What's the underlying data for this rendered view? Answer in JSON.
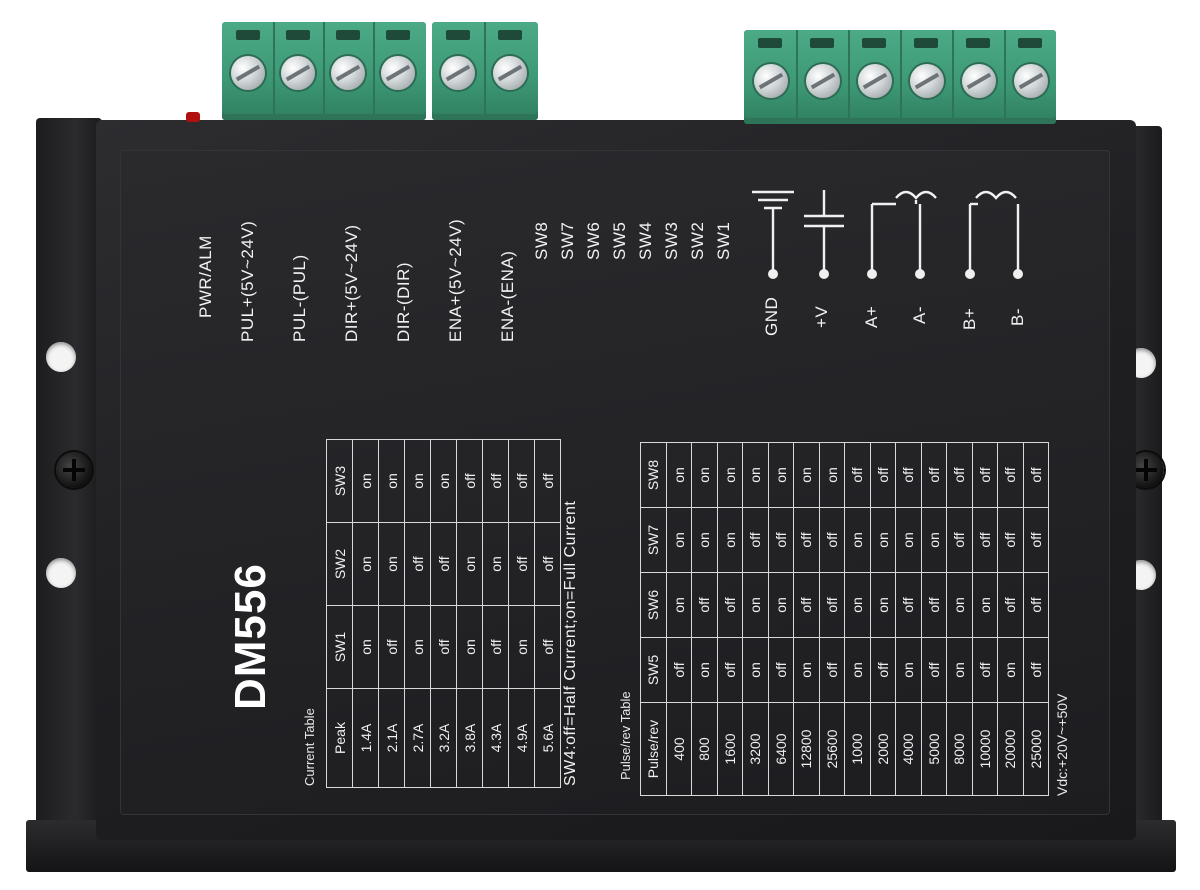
{
  "device": {
    "model": "DM556",
    "signal_labels": [
      "PWR/ALM",
      "PUL+(5V~24V)",
      "PUL-(PUL)",
      "DIR+(5V~24V)",
      "DIR-(DIR)",
      "ENA+(5V~24V)",
      "ENA-(ENA)"
    ],
    "switch_labels": [
      "SW8",
      "SW7",
      "SW6",
      "SW5",
      "SW4",
      "SW3",
      "SW2",
      "SW1"
    ],
    "power_labels": [
      "GND",
      "+V",
      "A+",
      "A-",
      "B+",
      "B-"
    ],
    "current_table": {
      "title": "Current Table",
      "headers": [
        "Peak",
        "SW1",
        "SW2",
        "SW3"
      ],
      "rows": [
        [
          "1.4A",
          "on",
          "on",
          "on"
        ],
        [
          "2.1A",
          "off",
          "on",
          "on"
        ],
        [
          "2.7A",
          "on",
          "off",
          "on"
        ],
        [
          "3.2A",
          "off",
          "off",
          "on"
        ],
        [
          "3.8A",
          "on",
          "on",
          "off"
        ],
        [
          "4.3A",
          "off",
          "on",
          "off"
        ],
        [
          "4.9A",
          "on",
          "off",
          "off"
        ],
        [
          "5.6A",
          "off",
          "off",
          "off"
        ]
      ],
      "note": "SW4:off=Half Current;on=Full Current"
    },
    "pulse_table": {
      "title": "Pulse/rev Table",
      "headers": [
        "Pulse/rev",
        "SW5",
        "SW6",
        "SW7",
        "SW8"
      ],
      "rows": [
        [
          "400",
          "off",
          "on",
          "on",
          "on"
        ],
        [
          "800",
          "on",
          "off",
          "on",
          "on"
        ],
        [
          "1600",
          "off",
          "off",
          "on",
          "on"
        ],
        [
          "3200",
          "on",
          "on",
          "off",
          "on"
        ],
        [
          "6400",
          "off",
          "on",
          "off",
          "on"
        ],
        [
          "12800",
          "on",
          "off",
          "off",
          "on"
        ],
        [
          "25600",
          "off",
          "off",
          "off",
          "on"
        ],
        [
          "1000",
          "on",
          "on",
          "on",
          "off"
        ],
        [
          "2000",
          "off",
          "on",
          "on",
          "off"
        ],
        [
          "4000",
          "on",
          "off",
          "on",
          "off"
        ],
        [
          "5000",
          "off",
          "off",
          "on",
          "off"
        ],
        [
          "8000",
          "on",
          "on",
          "off",
          "off"
        ],
        [
          "10000",
          "off",
          "on",
          "off",
          "off"
        ],
        [
          "20000",
          "on",
          "off",
          "off",
          "off"
        ],
        [
          "25000",
          "off",
          "off",
          "off",
          "off"
        ]
      ]
    },
    "vdc_label": "Vdc:+20V~+50V"
  },
  "colors": {
    "body": "#222225",
    "terminal": "#3e9a76",
    "text": "#f0f0f0",
    "led": "#b21010"
  }
}
